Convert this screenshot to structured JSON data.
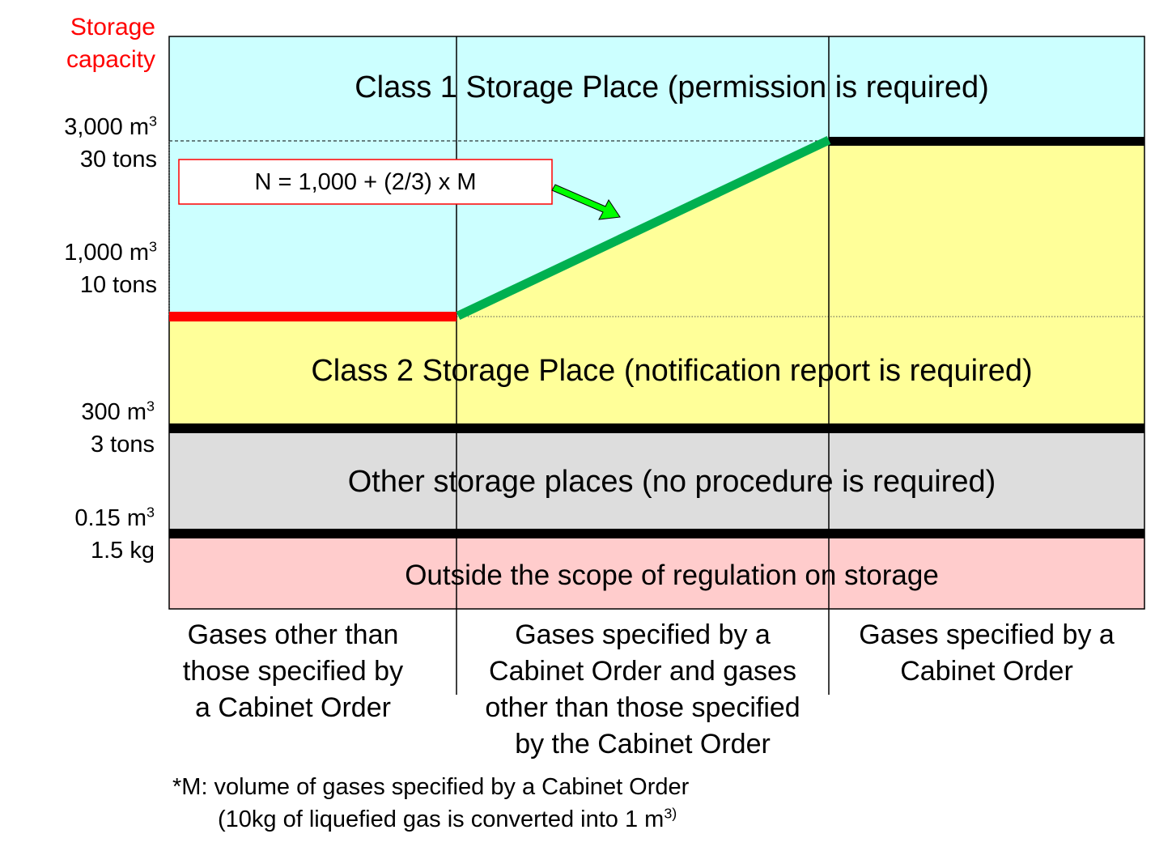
{
  "axis": {
    "title_line1": "Storage",
    "title_line2": "capacity",
    "title_color": "#ff0000",
    "ticks": [
      {
        "volume": "3,000 m",
        "sup": "3",
        "weight": "30 tons"
      },
      {
        "volume": "1,000 m",
        "sup": "3",
        "weight": "10 tons"
      },
      {
        "volume": "300 m",
        "sup": "3",
        "weight": "3 tons"
      },
      {
        "volume": "0.15 m",
        "sup": "3",
        "weight": "1.5 kg"
      }
    ]
  },
  "zones": {
    "class1": {
      "label": "Class 1 Storage Place (permission is required)",
      "color": "#ccffff"
    },
    "class2": {
      "label": "Class 2 Storage Place (notification report is required)",
      "color": "#ffff99"
    },
    "other": {
      "label": "Other storage places (no procedure is required)",
      "color": "#dddddd"
    },
    "outside": {
      "label": "Outside the scope of regulation on storage",
      "color": "#ffcccc"
    }
  },
  "formula": {
    "text": "N = 1,000 + (2/3) x M",
    "border_color": "#ff0000"
  },
  "lines": {
    "red_color": "#ff0000",
    "green_color": "#00b050",
    "arrow_color": "#00ff00"
  },
  "columns": [
    {
      "lines": [
        "Gases other than",
        "those specified by",
        "a Cabinet Order"
      ]
    },
    {
      "lines": [
        "Gases specified by a",
        "Cabinet Order and gases",
        "other than those specified",
        "by the Cabinet Order"
      ]
    },
    {
      "lines": [
        "Gases specified by a",
        "Cabinet Order"
      ]
    }
  ],
  "footnote": {
    "line1": "*M: volume of gases specified by a Cabinet Order",
    "line2": "(10kg of liquefied gas is converted into 1 m",
    "line2_sup": "3)"
  }
}
